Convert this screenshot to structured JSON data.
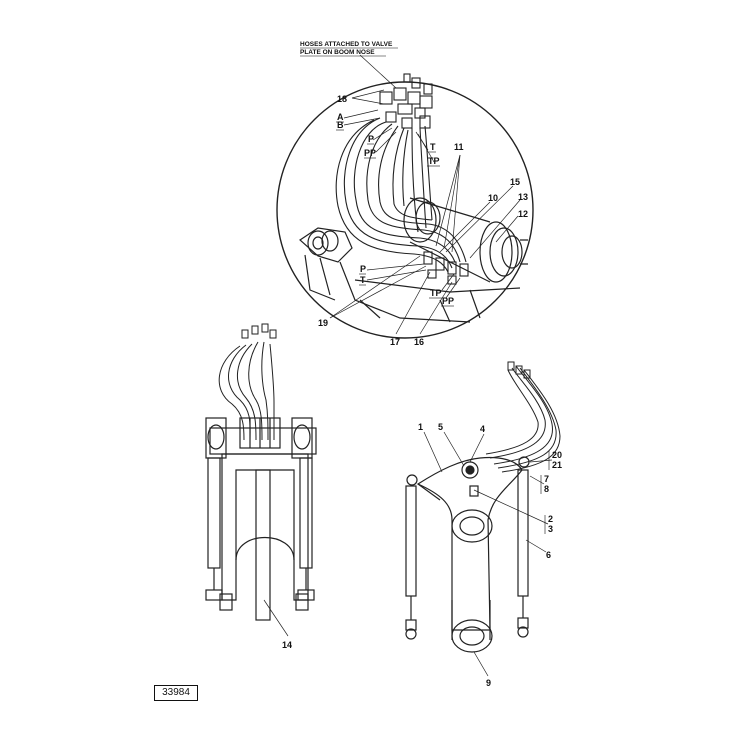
{
  "header_note": {
    "line1": "HOSES ATTACHED TO VALVE",
    "line2": "PLATE ON BOOM NOSE"
  },
  "detail_callouts": {
    "n18": "18",
    "a": "A",
    "b": "B",
    "p_top": "P",
    "pp_top": "PP",
    "t_top": "T",
    "tp_top": "TP",
    "n11": "11",
    "n15": "15",
    "n10": "10",
    "n13": "13",
    "n12": "12",
    "p_low": "P",
    "t_low": "T",
    "tp_low": "TP",
    "pp_low": "PP",
    "n19": "19",
    "n17": "17",
    "n16": "16"
  },
  "front_callouts": {
    "n14": "14"
  },
  "side_callouts": {
    "n1": "1",
    "n5": "5",
    "n4": "4",
    "n20": "20",
    "n21": "21",
    "n7": "7",
    "n8": "8",
    "n2": "2",
    "n3": "3",
    "n6": "6",
    "n9": "9"
  },
  "drawing_ref": "33984"
}
